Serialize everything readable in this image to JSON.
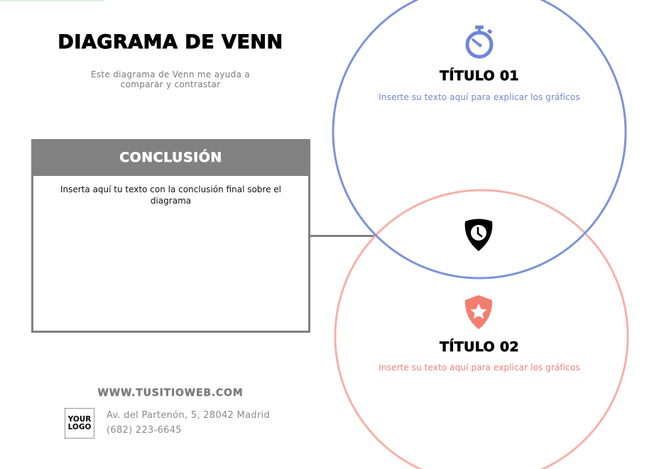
{
  "header": {
    "title": "DIAGRAMA DE VENN",
    "subtitle_line1": "Este diagrama de Venn me ayuda a",
    "subtitle_line2": "comparar y contrastar"
  },
  "conclusion": {
    "title": "CONCLUSIÓN",
    "text": "Inserta aquí tu texto con la conclusión final sobre el diagrama",
    "header_color": "#818181"
  },
  "venn": {
    "circles": [
      {
        "id": "circle-01",
        "title": "TÍTULO 01",
        "description": "Inserte su texto aquí para explicar los gráficos",
        "icon": "stopwatch-icon",
        "color": "#7b93d8",
        "text_color": "#7286d4"
      },
      {
        "id": "circle-02",
        "title": "TÍTULO 02",
        "description": "Inserte su texto aquí para explicar los gráficos",
        "icon": "shield-star-icon",
        "color": "#f6b1a8",
        "icon_color": "#f37e70",
        "text_color": "#f07f74"
      }
    ],
    "intersection": {
      "icon": "shield-clock-icon",
      "color": "#000000"
    }
  },
  "footer": {
    "website": "WWW.TUSITIOWEB.COM",
    "logo_line1": "YOUR",
    "logo_line2": "LOGO",
    "address": "Av. del Partenón, 5, 28042 Madrid",
    "phone": "(682) 223-6645"
  }
}
